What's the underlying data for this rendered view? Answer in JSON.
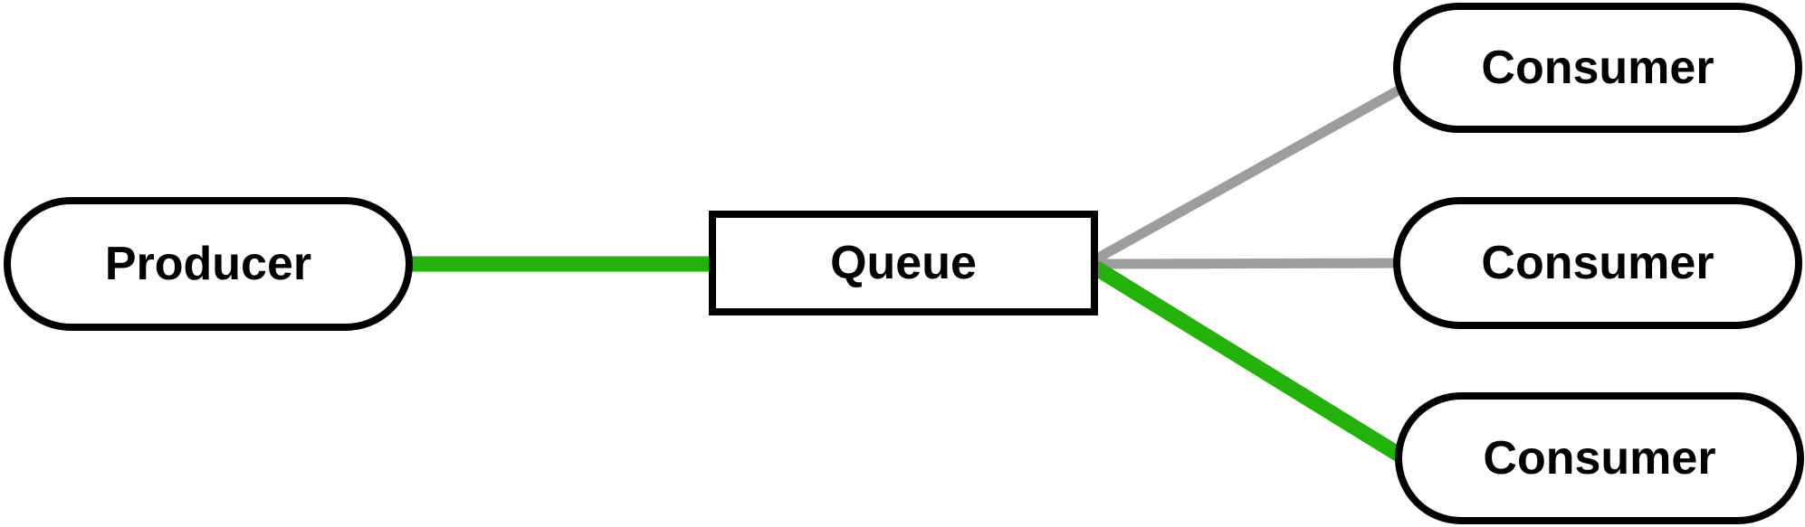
{
  "diagram": {
    "title": "producer-queue-consumers",
    "nodes": {
      "producer": {
        "label": "Producer",
        "shape": "pill"
      },
      "queue": {
        "label": "Queue",
        "shape": "rectangle"
      },
      "consumer1": {
        "label": "Consumer",
        "shape": "pill"
      },
      "consumer2": {
        "label": "Consumer",
        "shape": "pill"
      },
      "consumer3": {
        "label": "Consumer",
        "shape": "pill"
      }
    },
    "edges": [
      {
        "from": "producer",
        "to": "queue",
        "state": "active",
        "color": "#23b20a"
      },
      {
        "from": "queue",
        "to": "consumer1",
        "state": "idle",
        "color": "#9d9d9d"
      },
      {
        "from": "queue",
        "to": "consumer2",
        "state": "idle",
        "color": "#9d9d9d"
      },
      {
        "from": "queue",
        "to": "consumer3",
        "state": "active",
        "color": "#23b20a"
      }
    ],
    "colors": {
      "active_edge": "#23b20a",
      "idle_edge": "#9d9d9d",
      "node_border": "#000000",
      "node_fill": "#ffffff",
      "text": "#000000",
      "background": "#ffffff"
    }
  }
}
